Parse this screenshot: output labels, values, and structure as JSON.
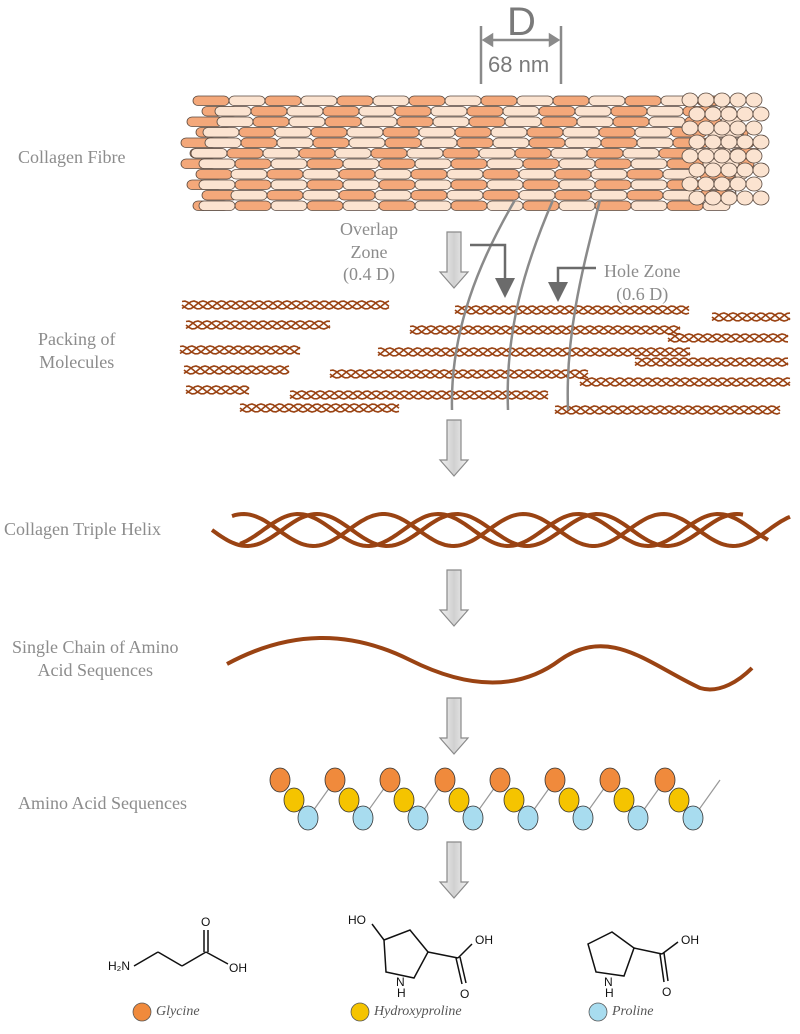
{
  "labels": {
    "collagen_fibre": "Collagen Fibre",
    "packing_line1": "Packing of",
    "packing_line2": "Molecules",
    "triple_helix": "Collagen Triple Helix",
    "single_chain_line1": "Single Chain of Amino",
    "single_chain_line2": "Acid Sequences",
    "amino_acid_sequences": "Amino Acid Sequences",
    "overlap_line1": "Overlap",
    "overlap_line2": "Zone",
    "overlap_line3": "(0.4 D)",
    "hole_line1": "Hole Zone",
    "hole_line2": "(0.6 D)"
  },
  "dimension": {
    "symbol": "D",
    "value": "68 nm"
  },
  "legend": [
    {
      "name": "Glycine",
      "color": "#f08a3c"
    },
    {
      "name": "Hydroxyproline",
      "color": "#f5c400"
    },
    {
      "name": "Proline",
      "color": "#a8dcef"
    }
  ],
  "chem_labels": {
    "glycine_amine": "H₂N",
    "glycine_oh": "OH",
    "glycine_o": "O",
    "hydroxyproline_ho": "HO",
    "hydroxyproline_nh": "N",
    "hydroxyproline_h": "H",
    "hydroxyproline_oh": "OH",
    "hydroxyproline_o": "O",
    "proline_nh": "N",
    "proline_h": "H",
    "proline_oh": "OH",
    "proline_o": "O"
  },
  "colors": {
    "fibre_orange": "#f4a87a",
    "fibre_light": "#fbe3d0",
    "helix_brown": "#9a4313",
    "label_gray": "#8c8c8c",
    "arrow_gray": "#8a8a8a"
  }
}
